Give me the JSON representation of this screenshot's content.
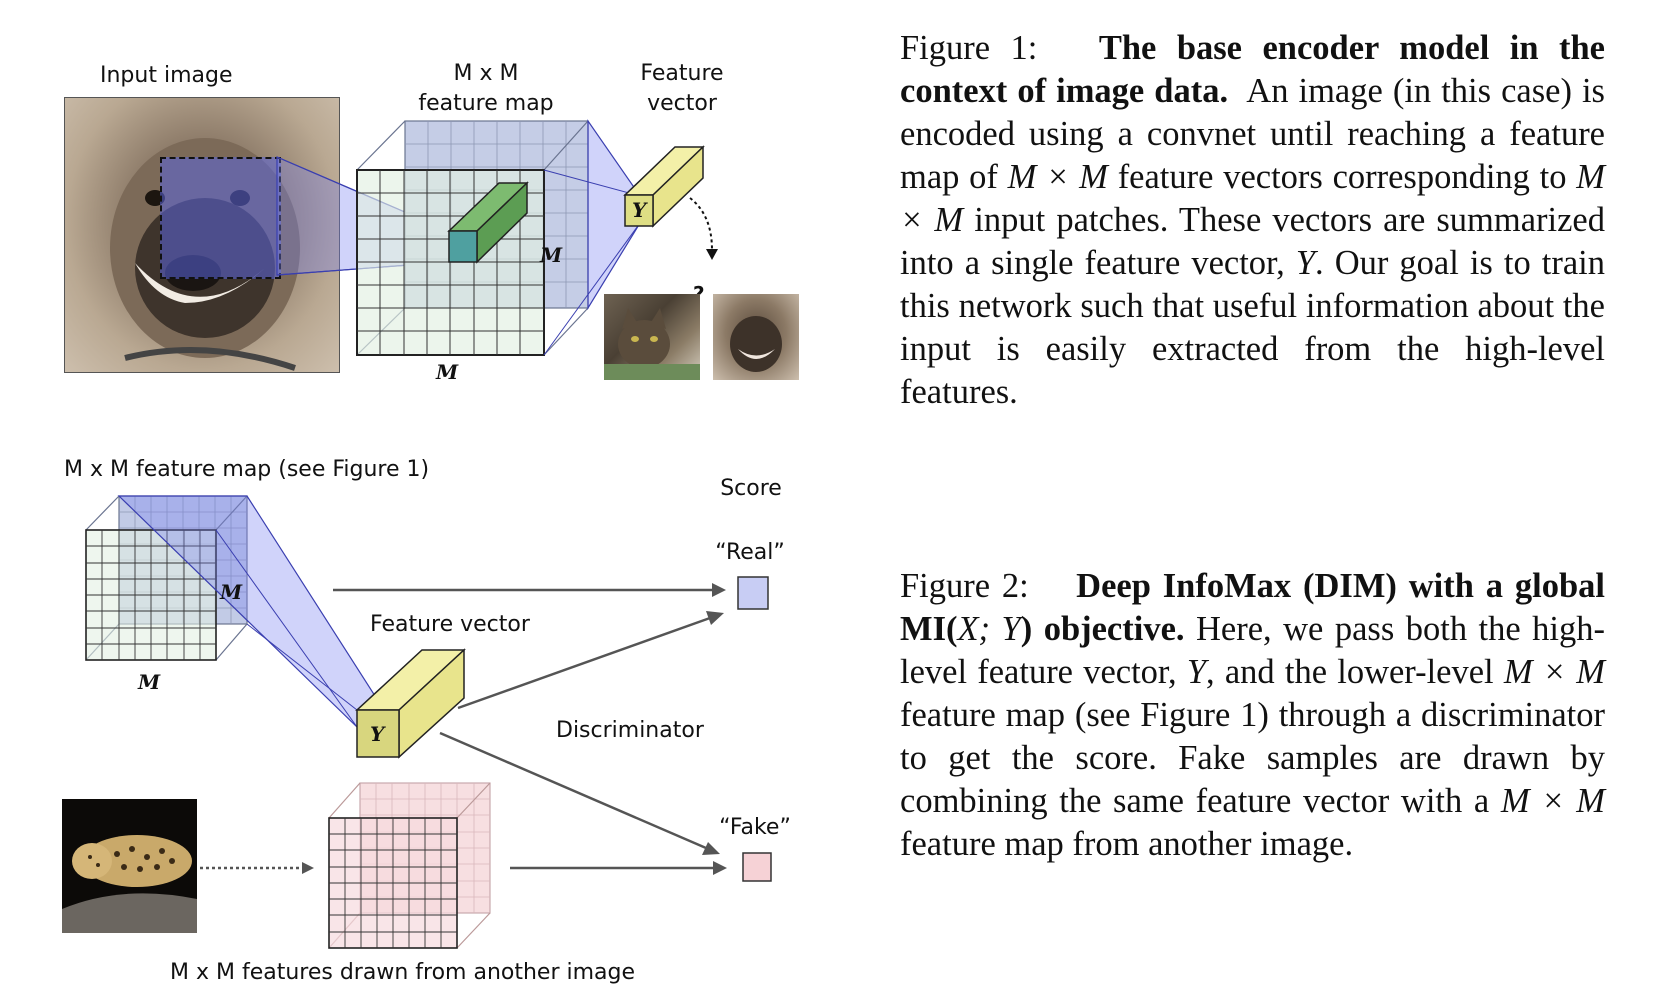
{
  "figure1": {
    "input_label": "Input image",
    "map_label_line1": "M x M",
    "map_label_line2": "feature map",
    "vector_label_line1": "Feature",
    "vector_label_line2": "vector",
    "m_side": "M",
    "m_bottom": "M",
    "y_label": "Y",
    "question": "?"
  },
  "figure2": {
    "map_label": "M x M feature map (see Figure 1)",
    "score_label": "Score",
    "real_label": "“Real”",
    "fake_label": "“Fake”",
    "vector_label": "Feature vector",
    "discriminator_label": "Discriminator",
    "other_label": "M x M features drawn from another image",
    "m_side": "M",
    "m_bottom": "M",
    "y_label": "Y"
  },
  "caption1": {
    "prefix": "Figure 1:",
    "bold": "The base encoder model in the context of image data.",
    "part1": "An image (in this case) is encoded using a convnet until reaching a feature map of",
    "math1": "M × M",
    "part2": "feature vectors corresponding to",
    "math2": "M × M",
    "part3": "input patches. These vectors are summarized into a single feature vector,",
    "math3": "Y",
    "part4": ". Our goal is to train this network such that useful information about the input is easily extracted from the high-level features."
  },
  "caption2": {
    "prefix": "Figure 2:",
    "bold1": "Deep InfoMax (DIM) with a global MI(",
    "math_b": "X; Y",
    "bold2": ") objective.",
    "part1": "Here, we pass both the high-level feature vector,",
    "math1": "Y",
    "part2": ", and the lower-level",
    "math2": "M × M",
    "part3": "feature map (see Figure 1) through a discriminator to get the score. Fake samples are drawn by combining the same feature vector with a",
    "math3": "M × M",
    "part4": "feature map from another image."
  }
}
